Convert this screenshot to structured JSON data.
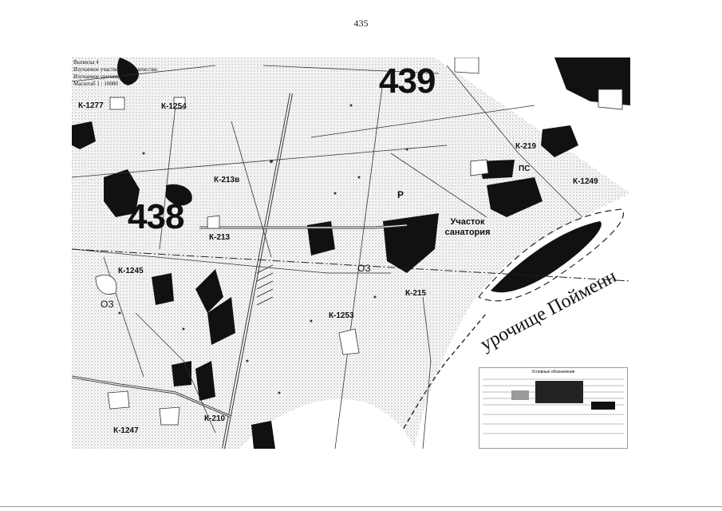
{
  "page_number": "435",
  "header_lines": [
    "Выписка 4",
    "Изучаемое участковое лесничество",
    "Изучаемое урочище",
    "Масштаб 1 : 10000"
  ],
  "quarters": [
    "438",
    "439"
  ],
  "plot_labels": [
    "К-1277",
    "К-1254",
    "К-213в",
    "К-213",
    "К-1245",
    "К-215",
    "К-1253",
    "К-219",
    "К-1249",
    "К-210",
    "К-1247",
    "ПС",
    "ОЗ",
    "ОЗ",
    "Р"
  ],
  "tract_name": "урочище Пойменн",
  "sanatorium_label": "Участок санатория",
  "legend_title": "Условные обозначения",
  "colors": {
    "ink": "#111111",
    "stipple": "#c8c8c8",
    "paper": "#ffffff"
  }
}
